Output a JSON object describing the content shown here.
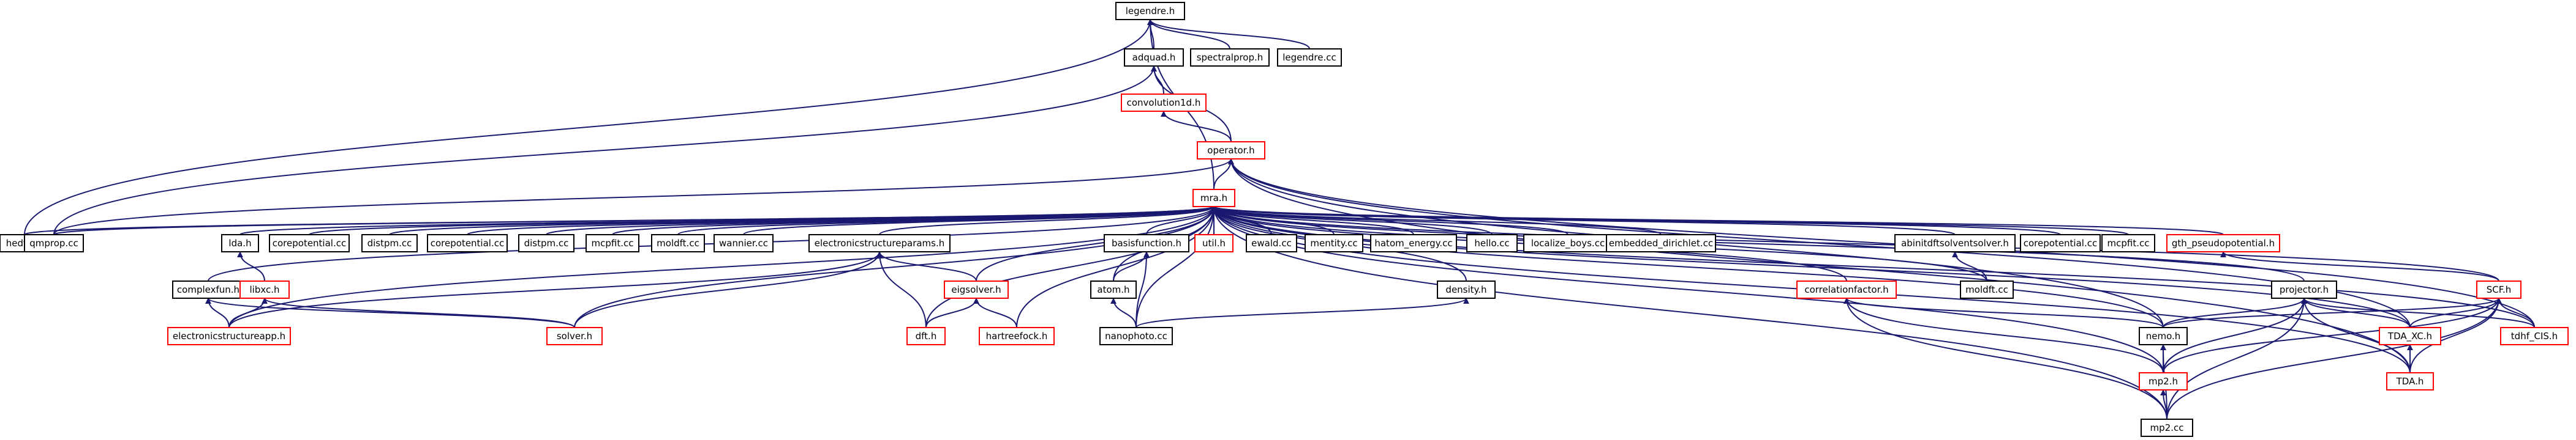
{
  "colors": {
    "edge": "#191970",
    "focus_fill": "#bfbfbf",
    "focus_border": "#000000",
    "node_border": "#000000",
    "incomplete_border": "#ff0000",
    "background": "#ffffff"
  },
  "nodes": [
    {
      "id": "legendre_h",
      "label": "legendre.h",
      "kind": "focus"
    },
    {
      "id": "adquad_h",
      "label": "adquad.h",
      "kind": "normal"
    },
    {
      "id": "spectralprop_h",
      "label": "spectralprop.h",
      "kind": "normal"
    },
    {
      "id": "legendre_cc",
      "label": "legendre.cc",
      "kind": "normal"
    },
    {
      "id": "convolution1d_h",
      "label": "convolution1d.h",
      "kind": "incomplete"
    },
    {
      "id": "operator_h",
      "label": "operator.h",
      "kind": "incomplete"
    },
    {
      "id": "mra_h",
      "label": "mra.h",
      "kind": "incomplete"
    },
    {
      "id": "hedft_cc",
      "label": "hedft.cc",
      "kind": "normal"
    },
    {
      "id": "qmprop_cc",
      "label": "qmprop.cc",
      "kind": "normal"
    },
    {
      "id": "lda_h",
      "label": "lda.h",
      "kind": "normal"
    },
    {
      "id": "corepotential_cc_1",
      "label": "corepotential.cc",
      "kind": "normal"
    },
    {
      "id": "distpm_cc_1",
      "label": "distpm.cc",
      "kind": "normal"
    },
    {
      "id": "corepotential_cc_2",
      "label": "corepotential.cc",
      "kind": "normal"
    },
    {
      "id": "distpm_cc_2",
      "label": "distpm.cc",
      "kind": "normal"
    },
    {
      "id": "mcpfit_cc_1",
      "label": "mcpfit.cc",
      "kind": "normal"
    },
    {
      "id": "moldft_cc_1",
      "label": "moldft.cc",
      "kind": "normal"
    },
    {
      "id": "wannier_cc",
      "label": "wannier.cc",
      "kind": "normal"
    },
    {
      "id": "electronicstructureparams_h",
      "label": "electronicstructureparams.h",
      "kind": "normal"
    },
    {
      "id": "basisfunction_h",
      "label": "basisfunction.h",
      "kind": "normal"
    },
    {
      "id": "util_h",
      "label": "util.h",
      "kind": "incomplete"
    },
    {
      "id": "ewald_cc",
      "label": "ewald.cc",
      "kind": "normal"
    },
    {
      "id": "mentity_cc",
      "label": "mentity.cc",
      "kind": "normal"
    },
    {
      "id": "hatom_energy_cc",
      "label": "hatom_energy.cc",
      "kind": "normal"
    },
    {
      "id": "hello_cc",
      "label": "hello.cc",
      "kind": "normal"
    },
    {
      "id": "localize_boys_cc",
      "label": "localize_boys.cc",
      "kind": "normal"
    },
    {
      "id": "embedded_dirichlet_cc",
      "label": "embedded_dirichlet.cc",
      "kind": "normal"
    },
    {
      "id": "abinitdftsolventsolver_h",
      "label": "abinitdftsolventsolver.h",
      "kind": "normal"
    },
    {
      "id": "corepotential_cc_3",
      "label": "corepotential.cc",
      "kind": "normal"
    },
    {
      "id": "mcpfit_cc_2",
      "label": "mcpfit.cc",
      "kind": "normal"
    },
    {
      "id": "gth_pseudopotential_h",
      "label": "gth_pseudopotential.h",
      "kind": "incomplete"
    },
    {
      "id": "complexfun_h",
      "label": "complexfun.h",
      "kind": "normal"
    },
    {
      "id": "libxc_h",
      "label": "libxc.h",
      "kind": "incomplete"
    },
    {
      "id": "eigsolver_h",
      "label": "eigsolver.h",
      "kind": "incomplete"
    },
    {
      "id": "atom_h",
      "label": "atom.h",
      "kind": "normal"
    },
    {
      "id": "density_h",
      "label": "density.h",
      "kind": "normal"
    },
    {
      "id": "moldft_cc_2",
      "label": "moldft.cc",
      "kind": "normal"
    },
    {
      "id": "correlationfactor_h",
      "label": "correlationfactor.h",
      "kind": "incomplete"
    },
    {
      "id": "projector_h",
      "label": "projector.h",
      "kind": "normal"
    },
    {
      "id": "scf_h",
      "label": "SCF.h",
      "kind": "incomplete"
    },
    {
      "id": "electronicstructureapp_h",
      "label": "electronicstructureapp.h",
      "kind": "incomplete"
    },
    {
      "id": "solver_h",
      "label": "solver.h",
      "kind": "incomplete"
    },
    {
      "id": "dft_h",
      "label": "dft.h",
      "kind": "incomplete"
    },
    {
      "id": "hartreefock_h",
      "label": "hartreefock.h",
      "kind": "incomplete"
    },
    {
      "id": "nanophoto_cc",
      "label": "nanophoto.cc",
      "kind": "normal"
    },
    {
      "id": "nemo_h",
      "label": "nemo.h",
      "kind": "normal"
    },
    {
      "id": "tda_xc_h",
      "label": "TDA_XC.h",
      "kind": "incomplete"
    },
    {
      "id": "tdhf_cis_h",
      "label": "tdhf_CIS.h",
      "kind": "incomplete"
    },
    {
      "id": "mp2_h",
      "label": "mp2.h",
      "kind": "incomplete"
    },
    {
      "id": "tda_h",
      "label": "TDA.h",
      "kind": "incomplete"
    },
    {
      "id": "mp2_cc",
      "label": "mp2.cc",
      "kind": "normal"
    }
  ],
  "edges": [
    [
      "adquad_h",
      "legendre_h"
    ],
    [
      "spectralprop_h",
      "legendre_h"
    ],
    [
      "legendre_cc",
      "legendre_h"
    ],
    [
      "hedft_cc",
      "legendre_h"
    ],
    [
      "mra_h",
      "legendre_h"
    ],
    [
      "convolution1d_h",
      "adquad_h"
    ],
    [
      "operator_h",
      "adquad_h"
    ],
    [
      "qmprop_cc",
      "adquad_h"
    ],
    [
      "operator_h",
      "convolution1d_h"
    ],
    [
      "mra_h",
      "operator_h"
    ],
    [
      "qmprop_cc",
      "operator_h"
    ],
    [
      "nemo_h",
      "operator_h"
    ],
    [
      "tda_xc_h",
      "operator_h"
    ],
    [
      "tdhf_cis_h",
      "operator_h"
    ],
    [
      "tda_h",
      "operator_h"
    ],
    [
      "hedft_cc",
      "mra_h"
    ],
    [
      "qmprop_cc",
      "mra_h"
    ],
    [
      "lda_h",
      "mra_h"
    ],
    [
      "corepotential_cc_1",
      "mra_h"
    ],
    [
      "distpm_cc_1",
      "mra_h"
    ],
    [
      "corepotential_cc_2",
      "mra_h"
    ],
    [
      "distpm_cc_2",
      "mra_h"
    ],
    [
      "mcpfit_cc_1",
      "mra_h"
    ],
    [
      "moldft_cc_1",
      "mra_h"
    ],
    [
      "wannier_cc",
      "mra_h"
    ],
    [
      "electronicstructureparams_h",
      "mra_h"
    ],
    [
      "basisfunction_h",
      "mra_h"
    ],
    [
      "util_h",
      "mra_h"
    ],
    [
      "ewald_cc",
      "mra_h"
    ],
    [
      "mentity_cc",
      "mra_h"
    ],
    [
      "hatom_energy_cc",
      "mra_h"
    ],
    [
      "hello_cc",
      "mra_h"
    ],
    [
      "localize_boys_cc",
      "mra_h"
    ],
    [
      "embedded_dirichlet_cc",
      "mra_h"
    ],
    [
      "abinitdftsolventsolver_h",
      "mra_h"
    ],
    [
      "corepotential_cc_3",
      "mra_h"
    ],
    [
      "mcpfit_cc_2",
      "mra_h"
    ],
    [
      "gth_pseudopotential_h",
      "mra_h"
    ],
    [
      "complexfun_h",
      "mra_h"
    ],
    [
      "electronicstructureapp_h",
      "mra_h"
    ],
    [
      "solver_h",
      "mra_h"
    ],
    [
      "eigsolver_h",
      "mra_h"
    ],
    [
      "dft_h",
      "mra_h"
    ],
    [
      "hartreefock_h",
      "mra_h"
    ],
    [
      "atom_h",
      "mra_h"
    ],
    [
      "nanophoto_cc",
      "mra_h"
    ],
    [
      "density_h",
      "mra_h"
    ],
    [
      "moldft_cc_2",
      "mra_h"
    ],
    [
      "correlationfactor_h",
      "mra_h"
    ],
    [
      "projector_h",
      "mra_h"
    ],
    [
      "scf_h",
      "mra_h"
    ],
    [
      "nemo_h",
      "mra_h"
    ],
    [
      "mp2_h",
      "mra_h"
    ],
    [
      "mp2_cc",
      "mra_h"
    ],
    [
      "tda_xc_h",
      "mra_h"
    ],
    [
      "tdhf_cis_h",
      "mra_h"
    ],
    [
      "tda_h",
      "mra_h"
    ],
    [
      "libxc_h",
      "lda_h"
    ],
    [
      "electronicstructureapp_h",
      "complexfun_h"
    ],
    [
      "solver_h",
      "complexfun_h"
    ],
    [
      "electronicstructureapp_h",
      "libxc_h"
    ],
    [
      "solver_h",
      "libxc_h"
    ],
    [
      "electronicstructureapp_h",
      "electronicstructureparams_h"
    ],
    [
      "solver_h",
      "electronicstructureparams_h"
    ],
    [
      "eigsolver_h",
      "electronicstructureparams_h"
    ],
    [
      "dft_h",
      "electronicstructureparams_h"
    ],
    [
      "dft_h",
      "eigsolver_h"
    ],
    [
      "hartreefock_h",
      "eigsolver_h"
    ],
    [
      "atom_h",
      "basisfunction_h"
    ],
    [
      "nanophoto_cc",
      "basisfunction_h"
    ],
    [
      "nanophoto_cc",
      "atom_h"
    ],
    [
      "nanophoto_cc",
      "density_h"
    ],
    [
      "moldft_cc_2",
      "abinitdftsolventsolver_h"
    ],
    [
      "scf_h",
      "gth_pseudopotential_h"
    ],
    [
      "nemo_h",
      "correlationfactor_h"
    ],
    [
      "mp2_h",
      "correlationfactor_h"
    ],
    [
      "mp2_cc",
      "correlationfactor_h"
    ],
    [
      "nemo_h",
      "projector_h"
    ],
    [
      "mp2_h",
      "projector_h"
    ],
    [
      "mp2_cc",
      "projector_h"
    ],
    [
      "tda_xc_h",
      "projector_h"
    ],
    [
      "tda_h",
      "projector_h"
    ],
    [
      "tdhf_cis_h",
      "projector_h"
    ],
    [
      "nemo_h",
      "scf_h"
    ],
    [
      "tda_xc_h",
      "scf_h"
    ],
    [
      "tdhf_cis_h",
      "scf_h"
    ],
    [
      "mp2_h",
      "scf_h"
    ],
    [
      "tda_h",
      "scf_h"
    ],
    [
      "mp2_cc",
      "scf_h"
    ],
    [
      "mp2_h",
      "nemo_h"
    ],
    [
      "mp2_cc",
      "nemo_h"
    ],
    [
      "mp2_cc",
      "mp2_h"
    ],
    [
      "tda_h",
      "tda_xc_h"
    ]
  ]
}
